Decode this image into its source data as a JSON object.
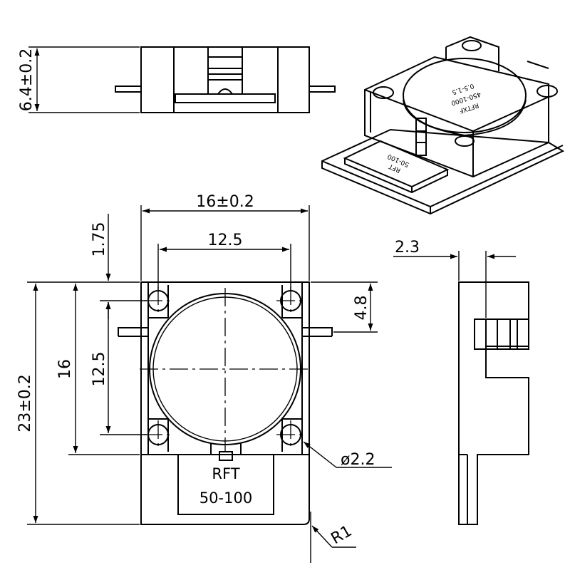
{
  "dimensions": {
    "height_side": "6.4±0.2",
    "width_total": "16±0.2",
    "hole_spacing_x": "12.5",
    "offset_top": "1.75",
    "height_body": "16",
    "hole_spacing_y": "12.5",
    "height_total": "23±0.2",
    "tab_offset": "4.8",
    "thickness_right": "2.3",
    "hole_diameter": "ø2.2",
    "corner_radius": "R1"
  },
  "label": {
    "line1": "RFT",
    "line2": "50-100"
  },
  "iso_marking": {
    "disc_line1": "RFTXF",
    "disc_line2": "450-1000",
    "disc_line3": "0.5-1.5",
    "chip_line1": "RFT",
    "chip_line2": "50-100"
  }
}
